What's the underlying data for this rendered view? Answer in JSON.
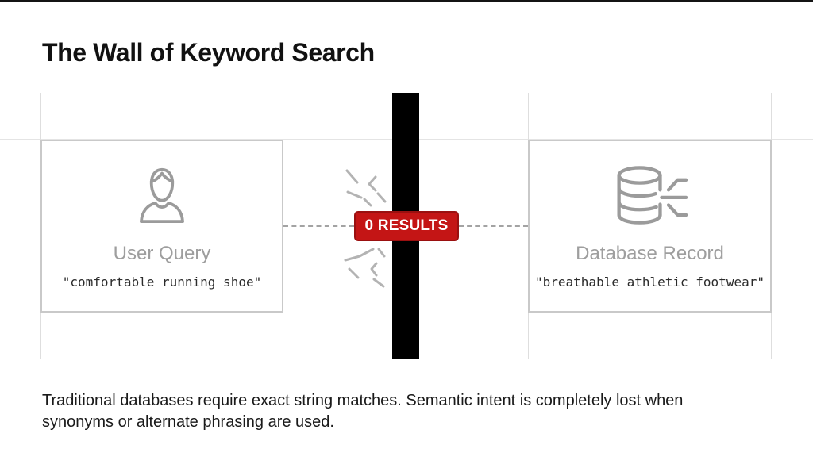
{
  "slide": {
    "title": "The Wall of Keyword Search",
    "caption": "Traditional databases require exact string matches. Semantic intent is completely lost when synonyms or alternate phrasing are used."
  },
  "left_card": {
    "icon": "user-icon",
    "label": "User Query",
    "quote": "\"comfortable running shoe\""
  },
  "right_card": {
    "icon": "database-icon",
    "label": "Database Record",
    "quote": "\"breathable athletic footwear\""
  },
  "wall": {
    "badge_label": "0 RESULTS"
  },
  "colors": {
    "badge_red": "#c41515",
    "badge_border": "#9a1010",
    "badge_text": "#ffffff",
    "wall_black": "#000000",
    "label_gray": "#9e9e9e",
    "quote_text": "#2b2b2b",
    "card_border": "#c9c9c9",
    "grid_line": "#e0e0e0",
    "dash_gray": "#a3a3a3",
    "crack_gray": "#b3b3b3",
    "title_black": "#111111"
  }
}
